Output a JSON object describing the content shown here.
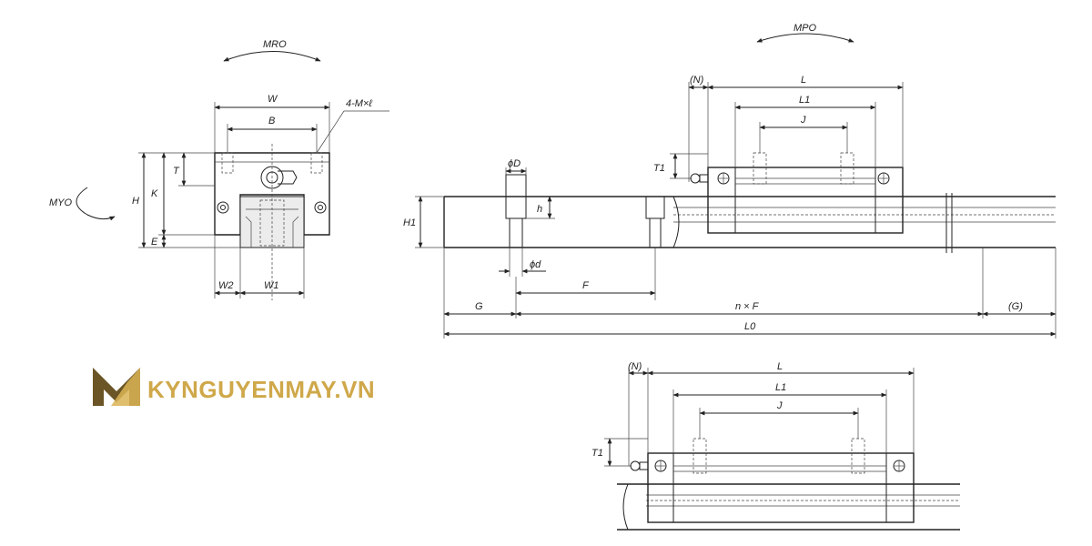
{
  "labels": {
    "m_ro": "MRO",
    "m_po": "MPO",
    "m_yo": "MYO",
    "W": "W",
    "B": "B",
    "mounting": "4-M×ℓ",
    "T": "T",
    "H": "H",
    "K": "K",
    "E": "E",
    "W2": "W2",
    "W1": "W1",
    "phiD": "ϕD",
    "h": "h",
    "H1": "H1",
    "phid": "ϕd",
    "F": "F",
    "G": "G",
    "nF": "n × F",
    "G_paren": "(G)",
    "L0": "L0",
    "N": "(N)",
    "L": "L",
    "L1": "L1",
    "J": "J",
    "T1": "T1"
  },
  "watermark": {
    "text": "KYNGUYENMAY.VN",
    "color": "#cfa84a"
  },
  "icons": [
    "logo-m-icon",
    "arrow-icon",
    "bolt-icon",
    "grease-nipple-icon"
  ]
}
